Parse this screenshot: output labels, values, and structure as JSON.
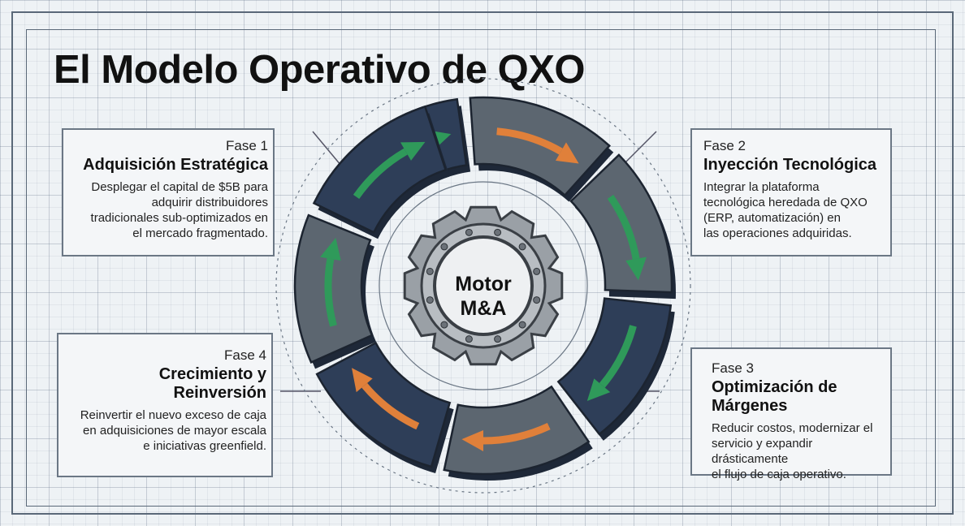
{
  "title": "El Modelo Operativo de QXO",
  "center": {
    "line1": "Motor",
    "line2": "M&A"
  },
  "phases": [
    {
      "phase": "Fase 1",
      "heading": "Adquisición Estratégica",
      "desc": [
        "Desplegar el capital de $5B para",
        "adquirir distribuidores",
        "tradicionales sub-optimizados en",
        "el mercado fragmentado."
      ]
    },
    {
      "phase": "Fase 2",
      "heading": "Inyección Tecnológica",
      "desc": [
        "Integrar la plataforma",
        "tecnológica heredada de QXO",
        "(ERP, automatización) en",
        "las operaciones adquiridas."
      ]
    },
    {
      "phase": "Fase 3",
      "heading": [
        "Optimización de",
        "Márgenes"
      ],
      "desc": [
        "Reducir costos, modernizar el",
        "servicio y expandir drásticamente",
        "el flujo de caja operativo."
      ]
    },
    {
      "phase": "Fase 4",
      "heading": [
        "Crecimiento y",
        "Reinversión"
      ],
      "desc": [
        "Reinvertir el nuevo exceso de caja",
        "en adquisiciones de mayor escala",
        "e iniciativas greenfield."
      ]
    }
  ],
  "colors": {
    "segment_dark": "#2e3e58",
    "segment_gray": "#5c6670",
    "arrow_green": "#2f9a5a",
    "arrow_orange": "#e0803a",
    "gear": "#9aa0a6"
  }
}
